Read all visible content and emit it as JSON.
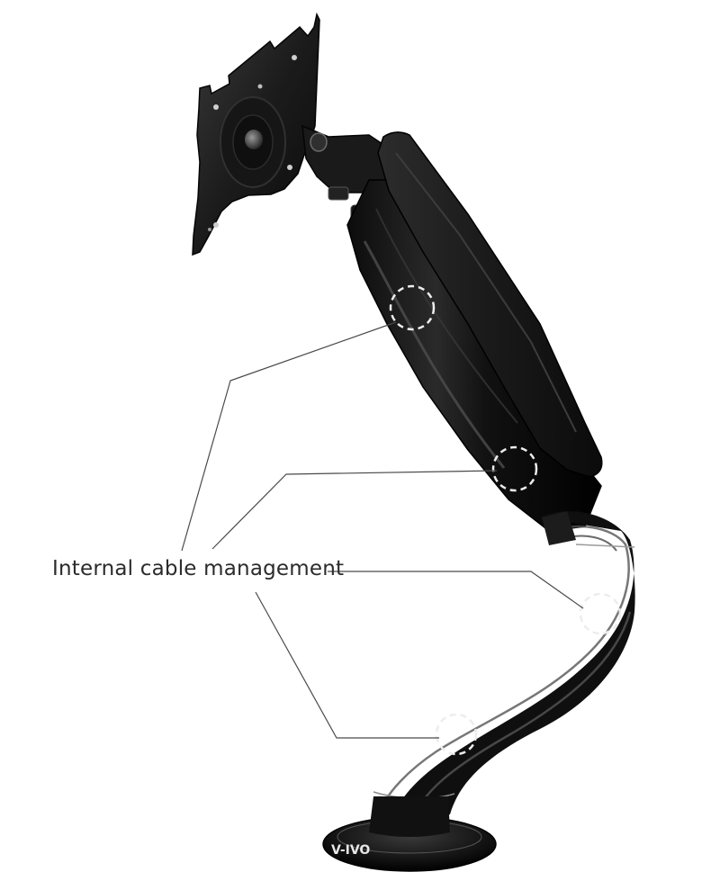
{
  "annotation": {
    "label": "Internal cable management"
  },
  "product": {
    "base_logo": "V-IVO"
  },
  "colors": {
    "background": "#ffffff",
    "arm_body": "#141414",
    "arm_highlight": "#5a5a5a",
    "leader_line": "#4a4a4a",
    "marker_dash": "#e6e6e6",
    "caption_text": "#2b2b2b"
  },
  "callouts": [
    {
      "name": "cable-port-upper"
    },
    {
      "name": "cable-port-mid"
    },
    {
      "name": "cable-port-elbow"
    },
    {
      "name": "cable-port-lower"
    }
  ]
}
